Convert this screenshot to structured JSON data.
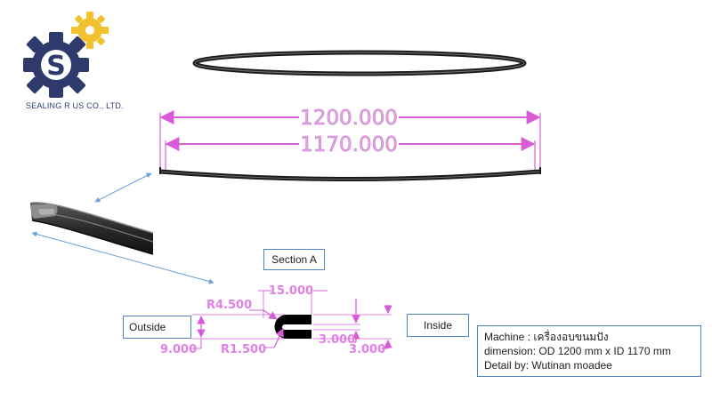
{
  "company": {
    "name": "SEALING R US CO., LTD.",
    "logo_letter": "S",
    "logo_colors": {
      "large_gear": "#2e3a6b",
      "small_gear": "#f2c12e"
    }
  },
  "dimensions": {
    "outer_diameter": "1200.000",
    "inner_diameter": "1170.000",
    "width": "15.000",
    "outer_radius": "R4.500",
    "inner_radius": "R1.500",
    "height_left": "9.000",
    "leg_inner": "3.000",
    "leg_outer": "3.000"
  },
  "labels": {
    "section": "Section A",
    "outside": "Outside",
    "inside": "Inside"
  },
  "detail": {
    "machine": "Machine : เครื่องอบขนมปัง",
    "dimension": "dimension: OD 1200 mm x ID 1170 mm",
    "author": "Detail by: Wutinan moadee"
  },
  "colors": {
    "dimension": "#e27fe6",
    "leader": "#6a9fd8",
    "box_border": "#4f81bd"
  }
}
